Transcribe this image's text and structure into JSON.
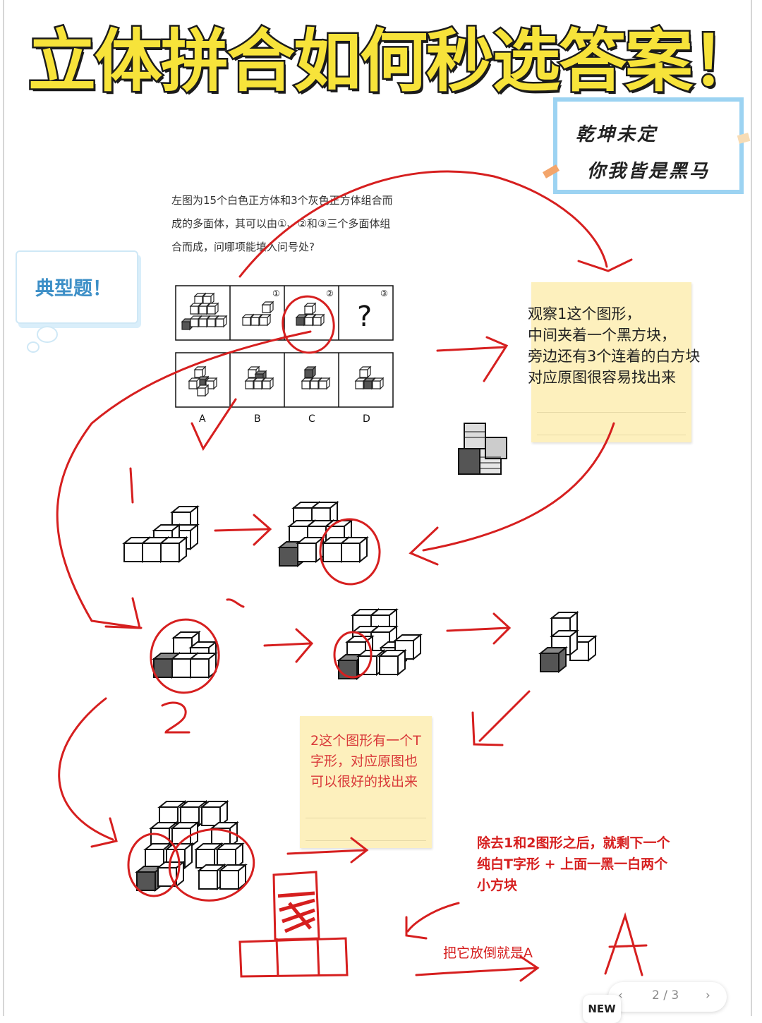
{
  "title": "立体拼合如何秒选答案！",
  "motto": {
    "line1": "乾坤未定",
    "line2": "你我皆是黑马"
  },
  "tag": "典型题！",
  "question": {
    "text": "左图为15个白色正方体和3个灰色正方体组合而成的多面体，其可以由①、②和③三个多面体组合而成，问哪项能填入问号处?",
    "panels": [
      "①",
      "②",
      "③"
    ],
    "unknown": "?",
    "options": [
      "A",
      "B",
      "C",
      "D"
    ]
  },
  "note1": "观察1这个图形，\n中间夹着一个黑方块，\n旁边还有3个连着的白方块\n对应原图很容易找出来",
  "note2": "2这个图形有一个T\n字形，对应原图也\n可以很好的找出来",
  "conclusion": "除去1和2图形之后，就剩下一个\n纯白T字形 + 上面一黑一白两个\n小方块",
  "flip_hint": "把它放倒就是A",
  "handwritten": {
    "two": "2",
    "answer": "A"
  },
  "pager": {
    "prev": "‹",
    "page": "2 / 3",
    "next": "›"
  },
  "float_button": "NEW",
  "colors": {
    "title_fill": "#f7e33a",
    "ink_red": "#d61f1f",
    "note_yellow": "#fdf0bd",
    "frame_blue": "#9cd3f2"
  }
}
